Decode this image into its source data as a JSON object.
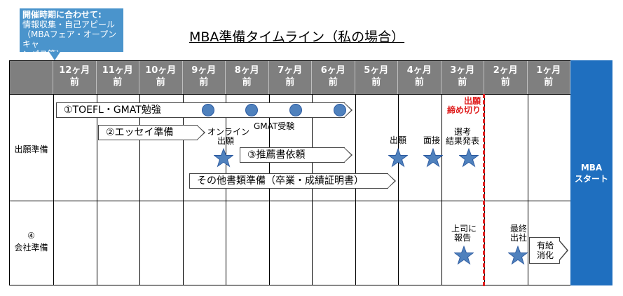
{
  "callout": {
    "line1": "開催時期に合わせて:",
    "line2": "情報収集・自己アピール",
    "line3": "（MBAフェア・オープンキャ",
    "line4": "ンパス等）"
  },
  "title": "MBA準備タイムライン（私の場合）",
  "months": [
    {
      "top": "12ヶ月",
      "bottom": "前"
    },
    {
      "top": "11ヶ月",
      "bottom": "前"
    },
    {
      "top": "10ヶ月",
      "bottom": "前"
    },
    {
      "top": "9ヶ月",
      "bottom": "前"
    },
    {
      "top": "8ヶ月",
      "bottom": "前"
    },
    {
      "top": "7ヶ月",
      "bottom": "前"
    },
    {
      "top": "6ヶ月",
      "bottom": "前"
    },
    {
      "top": "5ヶ月",
      "bottom": "前"
    },
    {
      "top": "4ヶ月",
      "bottom": "前"
    },
    {
      "top": "3ヶ月",
      "bottom": "前"
    },
    {
      "top": "2ヶ月",
      "bottom": "前"
    },
    {
      "top": "1ヶ月",
      "bottom": "前"
    }
  ],
  "rows": {
    "application": "出願準備",
    "company_num": "④",
    "company": "会社準備"
  },
  "mba": {
    "line1": "MBA",
    "line2": "スタート"
  },
  "tasks": {
    "toefl": "①TOEFL・GMAT勉強",
    "essay": "②エッセイ準備",
    "recommend": "③推薦書依頼",
    "docs": "その他書類準備（卒業・成績証明書）"
  },
  "labels": {
    "gmat": "GMAT受験",
    "online_1": "オンライン",
    "online_2": "出願",
    "apply": "出願",
    "interview": "面接",
    "result_1": "選考",
    "result_2": "結果発表",
    "deadline_1": "出願",
    "deadline_2": "締め切り",
    "boss_1": "上司に",
    "boss_2": "報告",
    "resign_1": "最終",
    "resign_2": "出社",
    "leave_1": "有給",
    "leave_2": "消化"
  },
  "colors": {
    "header": "#7f7f7f",
    "callout": "#4a94cc",
    "mba": "#1f6fbf",
    "marker": "#4f81bd",
    "deadline": "#e02020"
  }
}
